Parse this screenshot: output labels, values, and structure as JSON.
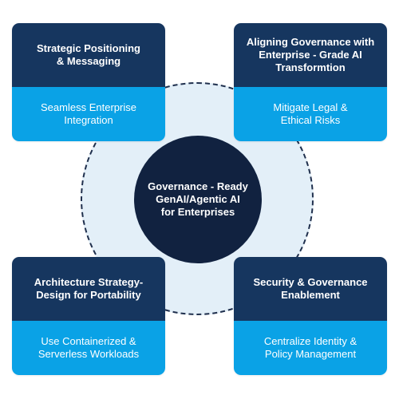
{
  "center": {
    "label": "Governance - Ready\nGenAI/Agentic AI\nfor Enterprises"
  },
  "cards": {
    "top_left": {
      "title": "Strategic Positioning\n& Messaging",
      "detail": "Seamless Enterprise\nIntegration"
    },
    "top_right": {
      "title": "Aligning Governance with\nEnterprise - Grade AI\nTransformtion",
      "detail": "Mitigate Legal &\nEthical Risks"
    },
    "bottom_left": {
      "title": "Architecture Strategy-\nDesign for Portability",
      "detail": "Use Containerized &\nServerless Workloads"
    },
    "bottom_right": {
      "title": "Security & Governance\nEnablement",
      "detail": "Centralize Identity &\nPolicy Management"
    }
  },
  "colors": {
    "card_header": "#16365f",
    "card_body": "#0aa2e6",
    "center_circle": "#112240",
    "ring_fill": "#e3eff8"
  }
}
